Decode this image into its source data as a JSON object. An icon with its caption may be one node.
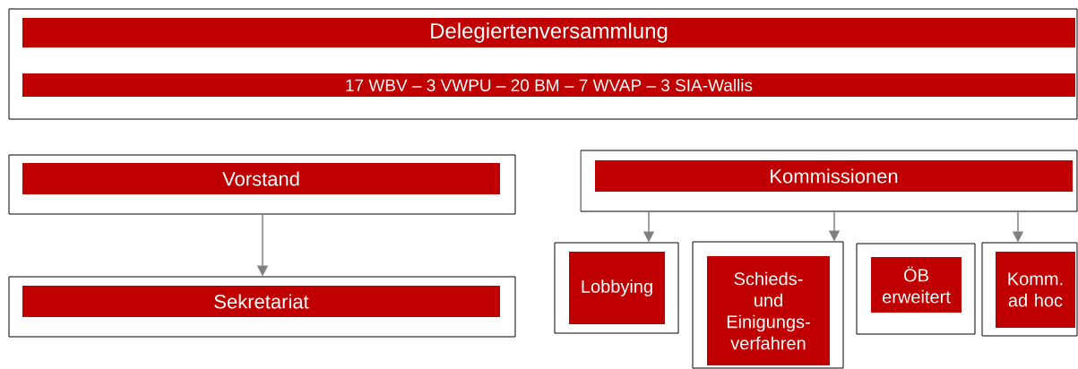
{
  "diagram": {
    "nodes": [
      {
        "text": [],
        "shape": "box"
      },
      {
        "text": [
          "Delegiertenversammlung"
        ],
        "in": 0
      },
      {
        "text": [
          "17 WBV – 3 VWPU – 20 BM – 7 WVAP – 3 SIA-Wallis"
        ],
        "in": 0
      },
      {
        "text": [],
        "shape": "box"
      },
      {
        "text": [
          "Vorstand"
        ],
        "in": 3
      },
      {
        "text": [],
        "shape": "box"
      },
      {
        "text": [
          "Kommissionen"
        ],
        "in": 5
      },
      {
        "text": [],
        "shape": "box"
      },
      {
        "text": [
          "Sekretariat"
        ],
        "in": 7
      },
      {
        "text": [],
        "shape": "box"
      },
      {
        "text": [
          "Lobbying"
        ],
        "in": 9
      },
      {
        "text": [],
        "shape": "box"
      },
      {
        "text": [
          "Schieds- und Einigungs- verfahren"
        ],
        "in": 11
      },
      {
        "text": [],
        "shape": "box"
      },
      {
        "text": [
          "ÖB erweitert"
        ],
        "in": 13
      },
      {
        "text": [],
        "shape": "box"
      },
      {
        "text": [
          "Komm. ad hoc"
        ],
        "in": 15
      }
    ],
    "edges": [
      {
        "from": 3,
        "to": 7,
        "arrow": "to"
      },
      {
        "from": 5,
        "to": 9,
        "arrow": "to"
      },
      {
        "from": 5,
        "to": 11,
        "arrow": "to"
      },
      {
        "from": 5,
        "to": 15,
        "arrow": "to"
      }
    ]
  }
}
